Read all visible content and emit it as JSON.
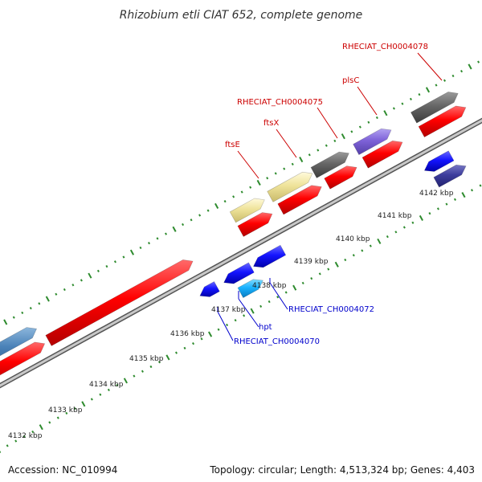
{
  "title": "Rhizobium etli CIAT 652, complete genome",
  "footer": {
    "accession": "Accession: NC_010994",
    "summary": "Topology: circular; Length: 4,513,324 bp; Genes: 4,403"
  },
  "colors": {
    "background": "#ffffff",
    "backbone": "#8c8c8c",
    "tick": "#2e8b2e",
    "gene_label_forward": "#cc0000",
    "gene_label_reverse": "#0000cc",
    "feature_red": "#ff0000",
    "feature_gray": "#666666",
    "feature_yellow": "#f0e6a0",
    "feature_purple": "#8066d9",
    "feature_blue": "#1a1aff",
    "feature_navy": "#3a3a99",
    "feature_cyan": "#1ab3ff",
    "feature_steel": "#4a82b8"
  },
  "kbp_ticks": [
    "4132 kbp",
    "4133 kbp",
    "4134 kbp",
    "4135 kbp",
    "4136 kbp",
    "4137 kbp",
    "4138 kbp",
    "4139 kbp",
    "4140 kbp",
    "4141 kbp",
    "4142 kbp"
  ],
  "gene_labels": {
    "forward": [
      "ftsE",
      "ftsX",
      "RHECIAT_CH0004075",
      "plsC",
      "RHECIAT_CH0004078"
    ],
    "reverse": [
      "RHECIAT_CH0004070",
      "hpt",
      "RHECIAT_CH0004072"
    ]
  }
}
